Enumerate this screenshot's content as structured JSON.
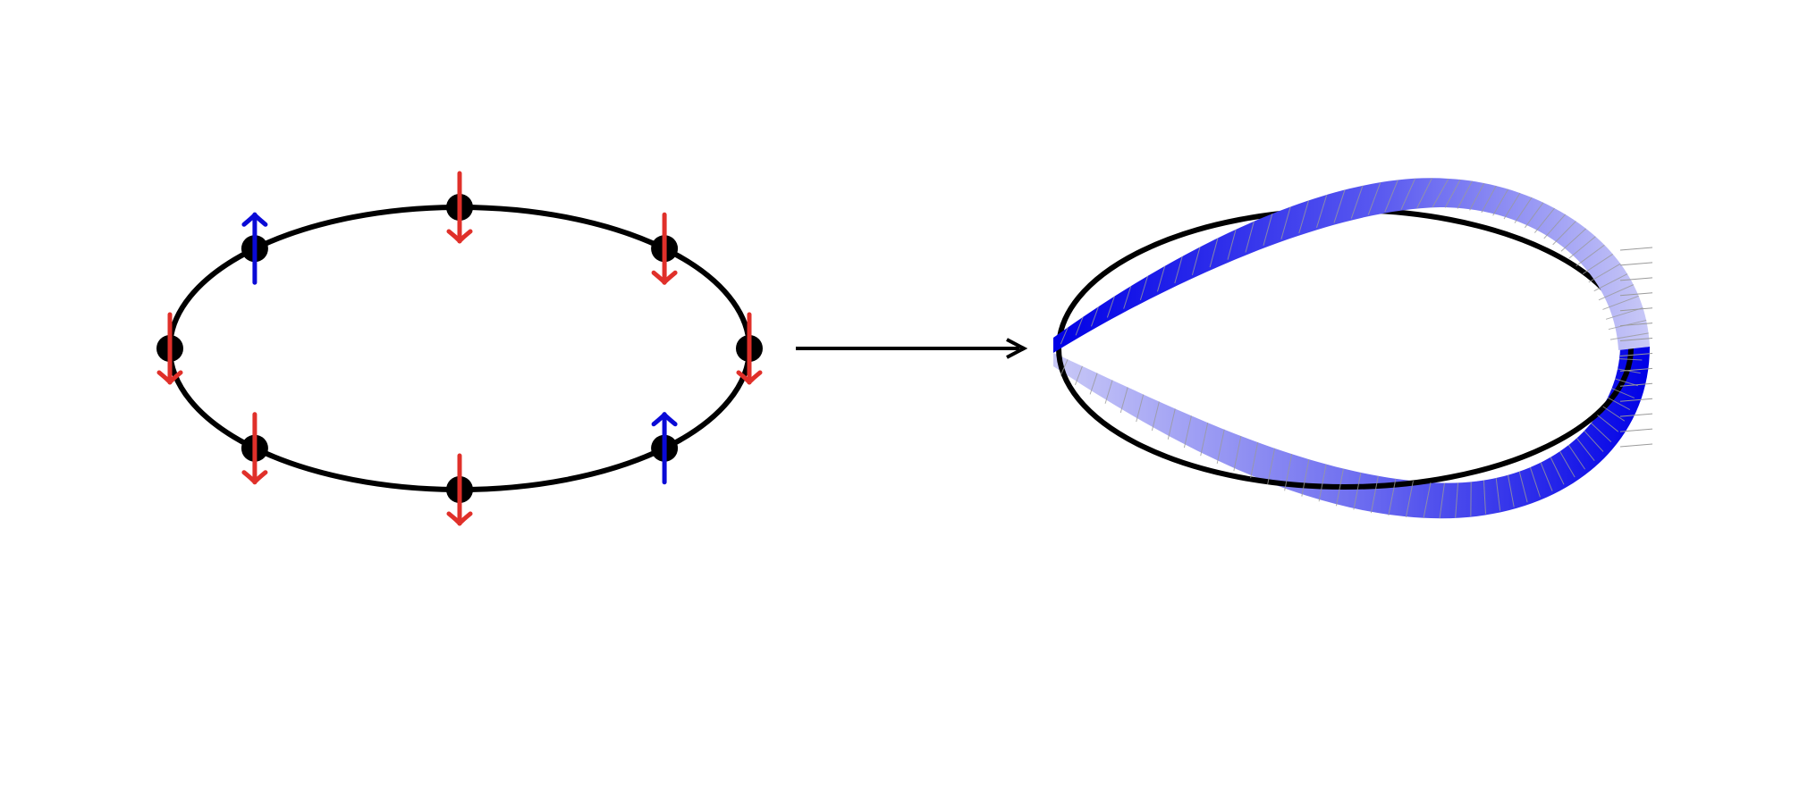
{
  "colors": {
    "background": "#ffffff",
    "ring": "#000000",
    "spin_down": "#e0302a",
    "spin_up": "#0a0ad6",
    "band_dark": "#0000e6",
    "band_light": "#c9c9f7",
    "hatch": "#9a9a9a",
    "arrow": "#000000"
  },
  "left_panel": {
    "sites": [
      {
        "name": "site-left",
        "angle_deg": 180,
        "spin": "down"
      },
      {
        "name": "site-upper-left",
        "angle_deg": 135,
        "spin": "up"
      },
      {
        "name": "site-top",
        "angle_deg": 90,
        "spin": "down"
      },
      {
        "name": "site-upper-right",
        "angle_deg": 45,
        "spin": "down"
      },
      {
        "name": "site-right",
        "angle_deg": 0,
        "spin": "down"
      },
      {
        "name": "site-lower-right",
        "angle_deg": 315,
        "spin": "up"
      },
      {
        "name": "site-bottom",
        "angle_deg": 270,
        "spin": "down"
      },
      {
        "name": "site-lower-left",
        "angle_deg": 225,
        "spin": "down"
      }
    ]
  },
  "transition_arrow": {
    "icon": "right-arrow-icon"
  },
  "right_panel": {
    "band": "mobius-band",
    "twist": "half-twist"
  }
}
